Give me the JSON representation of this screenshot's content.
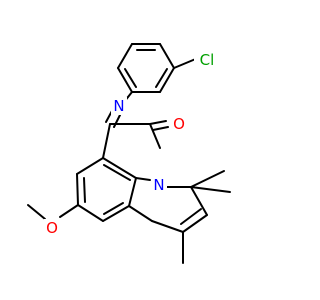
{
  "molecule": {
    "atoms": {
      "chlorine": {
        "label": "Cl",
        "color": "#00a000"
      },
      "imine_nitrogen": {
        "label": "N",
        "color": "#0000ff"
      },
      "ring_nitrogen": {
        "label": "N",
        "color": "#0000ff"
      },
      "carbonyl_oxygen": {
        "label": "O",
        "color": "#ff0000"
      },
      "methoxy_oxygen": {
        "label": "O",
        "color": "#ff0000"
      }
    }
  }
}
